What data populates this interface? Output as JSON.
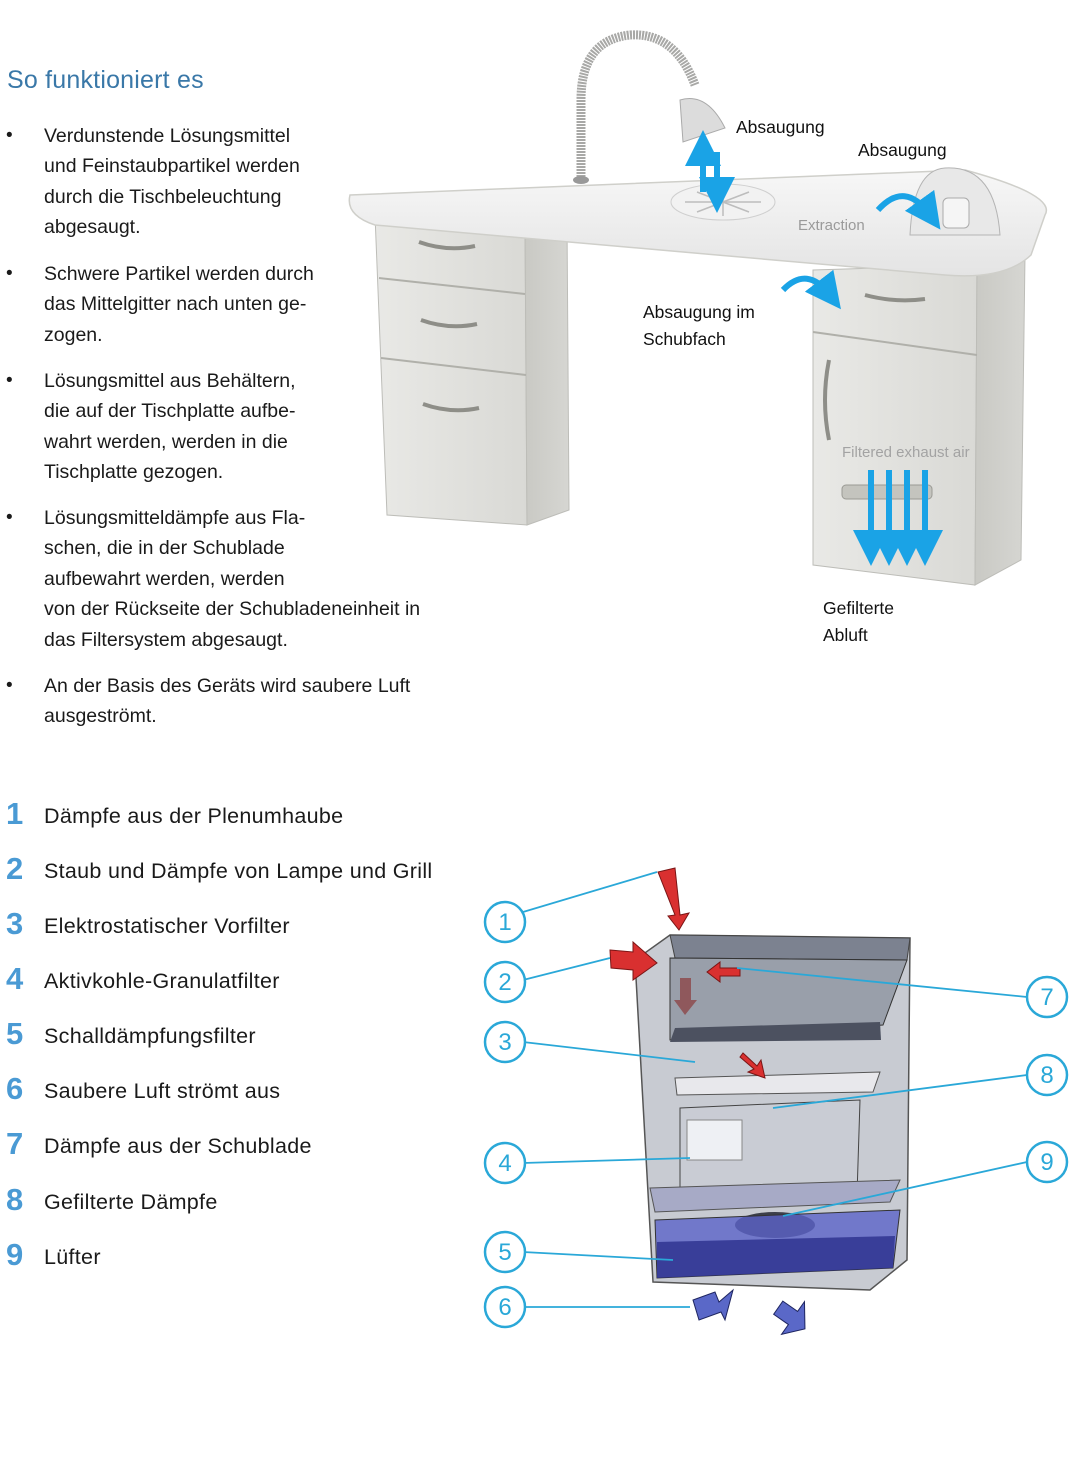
{
  "section_title": "So funktioniert es",
  "bullets": [
    {
      "lines": [
        "Verdunstende Lösungsmittel",
        "und Feinstaubpartikel werden",
        "durch die Tischbeleuchtung",
        "abgesaugt."
      ]
    },
    {
      "lines": [
        "Schwere Partikel werden durch",
        "das Mittelgitter nach unten ge-",
        "zogen."
      ]
    },
    {
      "lines": [
        "Lösungsmittel aus Behältern,",
        "die auf der Tischplatte aufbe-",
        "wahrt werden, werden in die",
        "Tischplatte gezogen."
      ]
    },
    {
      "lines": [
        "Lösungsmitteldämpfe aus Fla-",
        "schen, die in der Schublade",
        "aufbewahrt werden, werden",
        "von der Rückseite der Schubladeneinheit in",
        "das Filtersystem abgesaugt."
      ]
    },
    {
      "lines": [
        "An der Basis des Geräts wird saubere Luft",
        "ausgeströmt."
      ]
    }
  ],
  "desk_labels": {
    "absaugung_1": "Absaugung",
    "absaugung_2": "Absaugung",
    "drawer_line1": "Absaugung im",
    "drawer_line2": "Schubfach",
    "exhaust_line1": "Gefilterte",
    "exhaust_line2": "Abluft",
    "extraction": "Extraction",
    "filtered_exhaust": "Filtered exhaust air"
  },
  "numbered_items": [
    {
      "num": "1",
      "text": "Dämpfe aus der Plenumhaube"
    },
    {
      "num": "2",
      "text": "Staub und Dämpfe von Lampe und Grill"
    },
    {
      "num": "3",
      "text": "Elektrostatischer Vorfilter"
    },
    {
      "num": "4",
      "text": "Aktivkohle-Granulatfilter"
    },
    {
      "num": "5",
      "text": "Schalldämpfungsfilter"
    },
    {
      "num": "6",
      "text": "Saubere Luft strömt aus"
    },
    {
      "num": "7",
      "text": "Dämpfe aus der Schublade"
    },
    {
      "num": "8",
      "text": "Gefilterte Dämpfe"
    },
    {
      "num": "9",
      "text": "Lüfter"
    }
  ],
  "diagram_callouts": [
    "1",
    "2",
    "3",
    "4",
    "5",
    "6",
    "7",
    "8",
    "9"
  ],
  "colors": {
    "title_blue": "#3a78a8",
    "number_blue": "#4a9ad4",
    "airflow_blue": "#1aa3e6",
    "callout_blue": "#2aa8d8",
    "intake_red": "#d93030"
  }
}
